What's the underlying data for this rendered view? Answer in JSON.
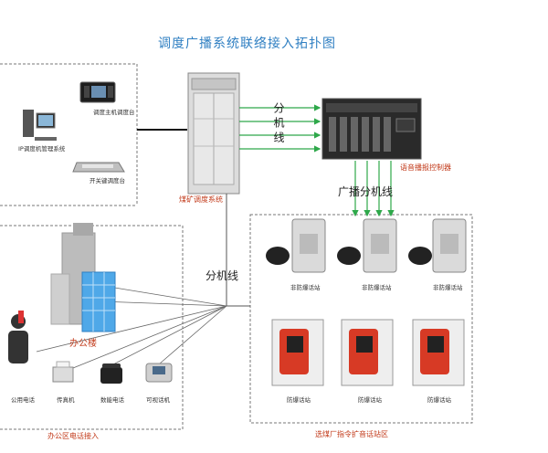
{
  "diagram": {
    "title": "调度广播系统联络接入拓扑图",
    "left_panel": {
      "monitor_label": "调度主机调度台",
      "pc_label": "IP调度机管理系统",
      "console_label": "开关键调度台"
    },
    "center": {
      "cabinet_label": "煤矿调度系统",
      "link_vertical": "分机线",
      "link_down": "分机线"
    },
    "right_top": {
      "controller_label": "语音播报控制器",
      "link_broadcast": "广播分机线"
    },
    "office": {
      "building_label": "办公楼",
      "phones": [
        "公用电话",
        "传真机",
        "数能电话",
        "可视话机"
      ],
      "zone_label": "办公区电话接入"
    },
    "plant": {
      "station_nonexp": "非防爆话站",
      "station_exp": "防爆话站",
      "zone_label": "选煤厂指令扩音话站区"
    },
    "colors": {
      "title": "#2f7fc2",
      "arrow": "#2ea84a",
      "red_label": "#c23a1a",
      "explosion_red": "#d73a25",
      "glass_blue": "#4fa8e8"
    }
  }
}
